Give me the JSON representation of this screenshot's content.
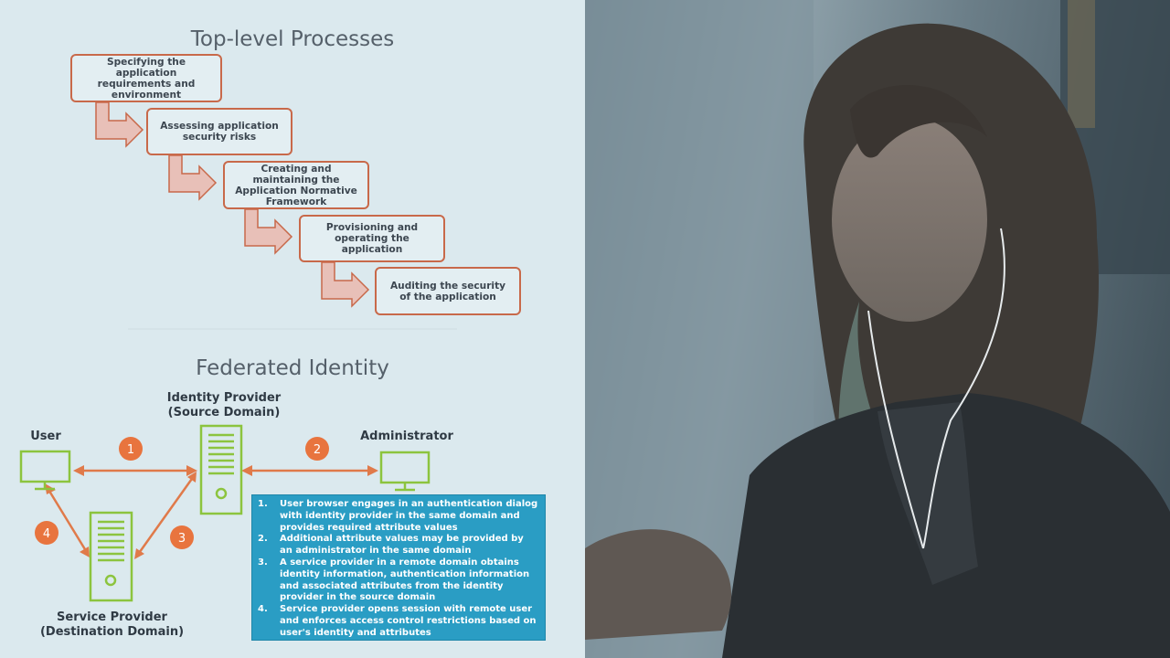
{
  "top_process": {
    "title": "Top-level Processes",
    "steps": [
      "Specifying the application requirements and environment",
      "Assessing application security risks",
      "Creating and maintaining the Application Normative Framework",
      "Provisioning and operating the application",
      "Auditing the security of the application"
    ]
  },
  "federated": {
    "title": "Federated Identity",
    "nodes": {
      "identity_provider": [
        "Identity Provider",
        "(Source Domain)"
      ],
      "user": "User",
      "administrator": "Administrator",
      "service_provider": [
        "Service Provider",
        "(Destination Domain)"
      ]
    },
    "badges": [
      "1",
      "2",
      "3",
      "4"
    ],
    "steps": [
      {
        "num": "1.",
        "text": "User browser engages in an authentication dialog with identity provider in the same domain and provides required attribute values"
      },
      {
        "num": "2.",
        "text": "Additional attribute values may be provided by an administrator in the same domain"
      },
      {
        "num": "3.",
        "text": "A service provider in a remote domain obtains identity information, authentication information and associated attributes from the identity provider in the source domain"
      },
      {
        "num": "4.",
        "text": "Service provider opens session with remote user and enforces access control restrictions based on user's identity and attributes"
      }
    ]
  },
  "colors": {
    "box_border": "#c8694a",
    "arrow_fill": "#e8c0b8",
    "connector": "#e07a4a",
    "badge": "#e8743e",
    "icon_green": "#8cc43e",
    "info_box": "#2a9dc4"
  }
}
